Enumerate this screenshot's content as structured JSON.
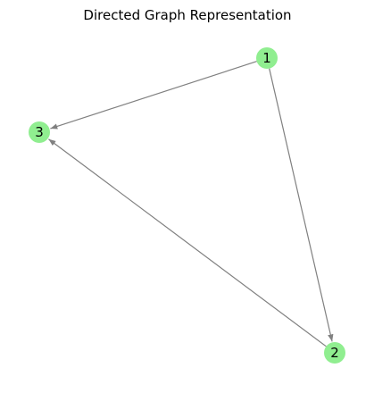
{
  "title": "Directed Graph Representation",
  "colors": {
    "node_fill": "#90ee90",
    "edge_stroke": "#808080",
    "label": "#000000",
    "background": "#ffffff"
  },
  "graph": {
    "directed": true,
    "nodes": [
      {
        "id": "1",
        "label": "1"
      },
      {
        "id": "2",
        "label": "2"
      },
      {
        "id": "3",
        "label": "3"
      }
    ],
    "edges": [
      {
        "from": "1",
        "to": "3"
      },
      {
        "from": "1",
        "to": "2"
      },
      {
        "from": "2",
        "to": "3"
      }
    ]
  }
}
